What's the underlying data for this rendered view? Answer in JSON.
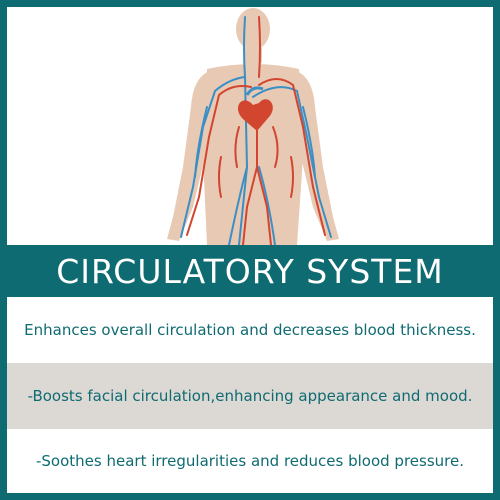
{
  "title": "CIRCULATORY SYSTEM",
  "benefits": [
    "Enhances overall circulation and decreases blood thickness.",
    "-Boosts facial circulation,enhancing appearance and mood.",
    "-Soothes heart irregularities and reduces blood pressure."
  ],
  "colors": {
    "teal": "#0f6b72",
    "skin": "#e8c9b4",
    "artery": "#d2452e",
    "vein": "#3b8fc4",
    "band_gray": "#dcd8d4"
  },
  "icons": [
    "human-body-illustration",
    "heart-icon"
  ]
}
